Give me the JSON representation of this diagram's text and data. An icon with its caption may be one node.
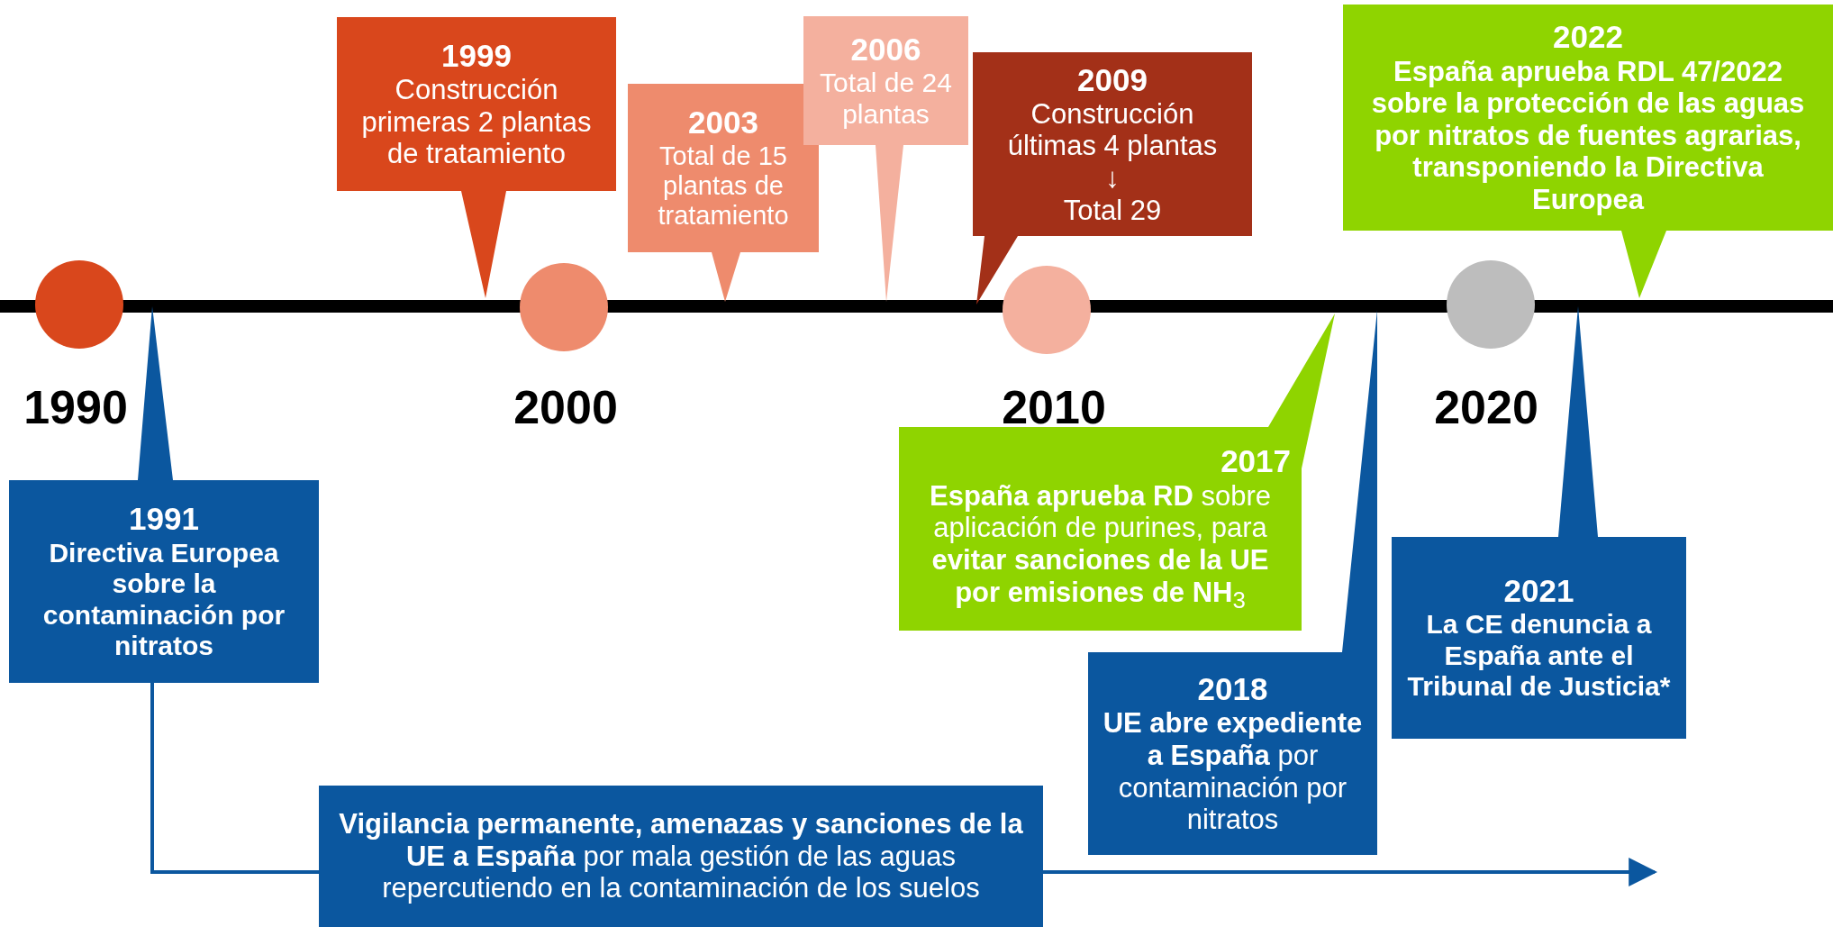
{
  "diagram": {
    "nodes": [
      {
        "text": [
          "1999",
          "Construcción primeras 2 plantas de tratamiento"
        ]
      },
      {
        "text": [
          "2003",
          "Total de 15 plantas de tratamiento"
        ]
      },
      {
        "text": [
          "2006",
          "Total de 24 plantas"
        ]
      },
      {
        "text": [
          "2009",
          "Construcción últimas 4 plantas",
          "↓",
          "Total 29"
        ]
      },
      {
        "text": [
          "2022",
          "España aprueba RDL 47/2022 sobre la protección de las aguas por nitratos de fuentes agrarias, transponiendo la Directiva Europea"
        ]
      },
      {
        "text": [
          "1991",
          "Directiva Europea sobre la contaminación por nitratos"
        ]
      },
      {
        "text": [
          "2017",
          "**España aprueba RD** sobre aplicación de purines, para **evitar sanciones de la UE por emisiones de NH**$_{3}$"
        ]
      },
      {
        "text": [
          "2018",
          "**UE abre expediente a España** por contaminación por nitratos"
        ]
      },
      {
        "text": [
          "2021",
          "La CE denuncia a España ante el Tribunal de Justicia*"
        ]
      },
      {
        "text": [
          "**Vigilancia permanente, amenazas y sanciones de la UE a España** por mala gestión de las aguas repercutiendo en la contaminación de los suelos"
        ]
      }
    ],
    "edges": [
      {
        "from": 5,
        "to": 9,
        "arrow": "none"
      },
      {
        "from": 9,
        "to": null,
        "arrow": "to"
      }
    ],
    "labels": [
      "1990",
      "2000",
      "2010",
      "2020"
    ]
  }
}
